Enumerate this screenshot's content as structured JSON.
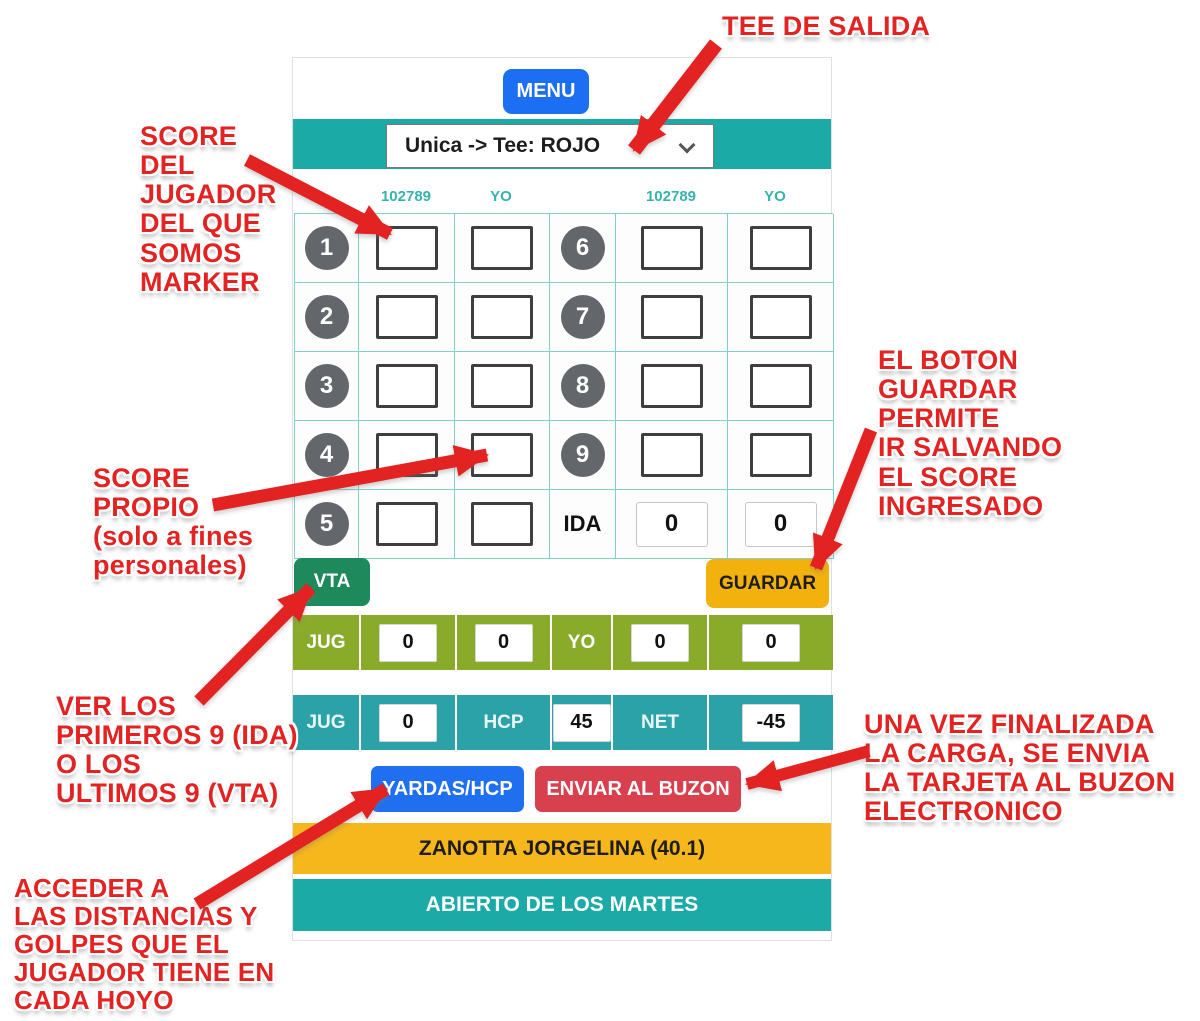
{
  "app": {
    "menu_button": "MENU",
    "tee_selector": {
      "value": "Unica -> Tee: ROJO"
    },
    "score_columns": [
      "102789",
      "YO",
      "102789",
      "YO"
    ],
    "holes_left": [
      "1",
      "2",
      "3",
      "4",
      "5"
    ],
    "holes_right": [
      "6",
      "7",
      "8",
      "9"
    ],
    "ida": {
      "label": "IDA",
      "values": [
        "0",
        "0"
      ]
    },
    "vta_button": "VTA",
    "guardar_button": "GUARDAR",
    "totals_players": {
      "jug_label": "JUG",
      "jug_values": [
        "0",
        "0"
      ],
      "yo_label": "YO",
      "yo_values": [
        "0",
        "0"
      ]
    },
    "totals_hcp": {
      "jug_label": "JUG",
      "jug_value": "0",
      "hcp_label": "HCP",
      "hcp_value": "45",
      "net_label": "NET",
      "net_value": "-45"
    },
    "yardas_button": "YARDAS/HCP",
    "enviar_button": "ENVIAR AL BUZON",
    "player_banner": "ZANOTTA JORGELINA (40.1)",
    "tournament_banner": "ABIERTO DE LOS MARTES"
  },
  "annotations": {
    "tee": "TEE DE SALIDA",
    "marker": "SCORE\nDEL\nJUGADOR\nDEL QUE\nSOMOS\nMARKER",
    "propio": "SCORE\nPROPIO\n(solo a fines\npersonales)",
    "guardar": "EL BOTON\nGUARDAR\nPERMITE\nIR SALVANDO\nEL SCORE\nINGRESADO",
    "vta": "VER LOS\nPRIMEROS 9 (IDA)\nO LOS\nULTIMOS 9 (VTA)",
    "buzon": "UNA VEZ FINALIZADA\nLA CARGA, SE ENVIA\nLA TARJETA AL BUZON\nELECTRONICO",
    "yardas": "ACCEDER A\nLAS DISTANCIAS Y\nGOLPES QUE EL\nJUGADOR TIENE EN\nCADA HOYO"
  },
  "colors": {
    "teal": "#1caaa6",
    "teal_row": "#2aa2a8",
    "olive_row": "#8aab2a",
    "blue": "#1c6ef2",
    "green": "#1e8a5c",
    "yellow_button": "#f2b10d",
    "yellow_banner": "#f6b71d",
    "red_button": "#d8404d",
    "annotation_red": "#e32222",
    "hole_circle": "#63676c"
  }
}
